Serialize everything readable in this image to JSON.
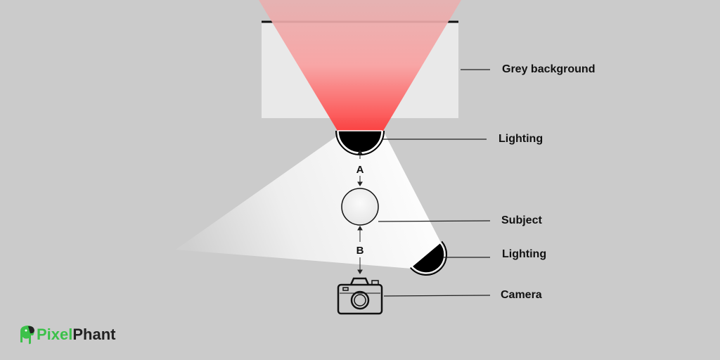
{
  "labels": {
    "background": "Grey background",
    "lighting_top": "Lighting",
    "subject": "Subject",
    "lighting_side": "Lighting",
    "camera": "Camera"
  },
  "distances": {
    "a": "A",
    "b": "B"
  },
  "logo": {
    "part1": "Pixel",
    "part2": "Phant"
  },
  "colors": {
    "page": "#cbcbcb",
    "backdrop": "#e9e9e9",
    "red_light": "#ff3b3b",
    "logo_green": "#3cc14a",
    "logo_dark": "#222222"
  }
}
